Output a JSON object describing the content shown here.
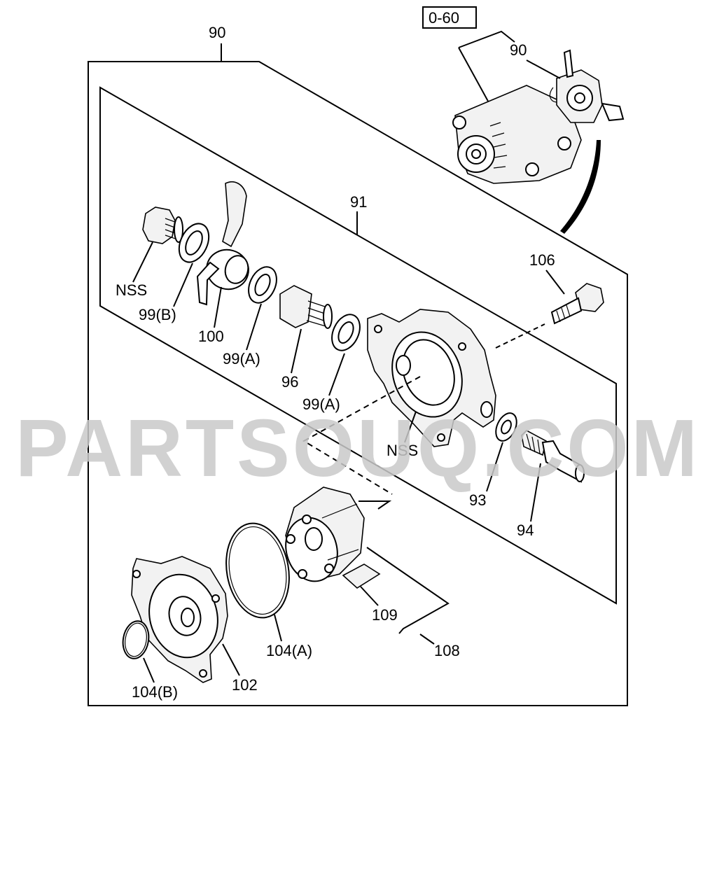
{
  "watermark": "PARTSOUQ.COM",
  "reference_box": "0-60",
  "callouts": {
    "assembly_90_top": "90",
    "assembly_90_inset": "90",
    "sub_91": "91",
    "nss_plug": "NSS",
    "gasket_99b": "99(B)",
    "union_100": "100",
    "gasket_99a_1": "99(A)",
    "bolt_96": "96",
    "gasket_99a_2": "99(A)",
    "nss_housing": "NSS",
    "bolt_106": "106",
    "washer_93": "93",
    "fitting_94": "94",
    "seal_109": "109",
    "rotor_108": "108",
    "oring_104a": "104(A)",
    "oring_104b": "104(B)",
    "cover_102": "102"
  }
}
